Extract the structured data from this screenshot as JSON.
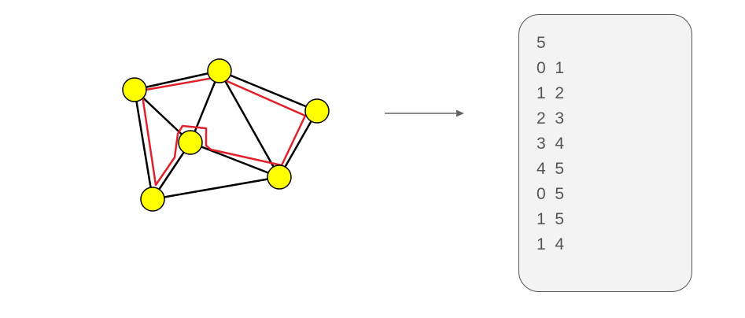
{
  "diagram": {
    "graph": {
      "nodes": [
        "node-a",
        "node-b",
        "node-c",
        "node-d",
        "node-e",
        "node-f"
      ],
      "edges": [
        [
          "node-a",
          "node-b"
        ],
        [
          "node-b",
          "node-c"
        ],
        [
          "node-c",
          "node-e"
        ],
        [
          "node-e",
          "node-f"
        ],
        [
          "node-f",
          "node-a"
        ],
        [
          "node-a",
          "node-d"
        ],
        [
          "node-d",
          "node-e"
        ],
        [
          "node-b",
          "node-d"
        ],
        [
          "node-b",
          "node-e"
        ],
        [
          "node-d",
          "node-f"
        ]
      ],
      "colors": {
        "node_fill": "#ffff00",
        "node_stroke": "#000000",
        "edge": "#000000",
        "outline": "#e0202a"
      }
    },
    "arrow_color": "#666666",
    "listing": {
      "lines": [
        "5",
        "0  1",
        "1  2",
        "2  3",
        "3  4",
        "4  5",
        "0  5",
        "1  5",
        "1  4"
      ],
      "text_color": "#555555",
      "background": "#f3f3f3"
    }
  }
}
